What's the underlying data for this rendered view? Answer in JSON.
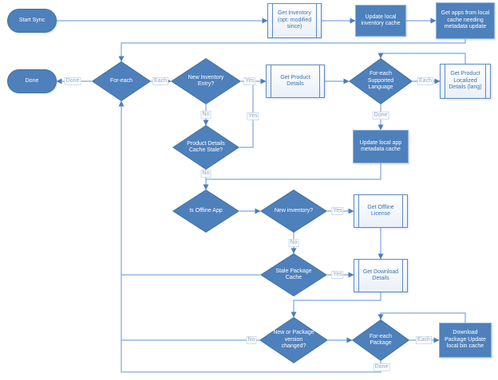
{
  "diagram": {
    "colors": {
      "shape_fill": "#4E80BC",
      "shape_border": "#41719C",
      "process_border": "#8FB3DE",
      "connector": "#7CA7D9",
      "arrowhead": "#4A7EBC",
      "subroutine_text": "#3B72AB",
      "edge_label_text": "#8BA6C4"
    },
    "nodes": {
      "start_sync": {
        "type": "terminator",
        "label": "Start Sync"
      },
      "get_inventory": {
        "type": "subroutine",
        "label": "Get Inventory (opt: modified since)"
      },
      "update_local_inventory_cache": {
        "type": "process",
        "label": "Update local inventory cache"
      },
      "get_apps_needing_update": {
        "type": "process",
        "label": "Get apps from local cache needing metadata update"
      },
      "done": {
        "type": "terminator",
        "label": "Done"
      },
      "for_each": {
        "type": "decision",
        "label": "For-each"
      },
      "new_inventory_entry": {
        "type": "decision",
        "label": "New Inventory Entry?"
      },
      "get_product_details": {
        "type": "subroutine",
        "label": "Get Product Details"
      },
      "for_each_supported_language": {
        "type": "decision",
        "label": "For-each Supported Language"
      },
      "get_product_localized_details": {
        "type": "subroutine",
        "label": "Get Product Localized Details (lang)"
      },
      "product_details_cache_stale": {
        "type": "decision",
        "label": "Product Details Cache Stale?"
      },
      "update_local_app_metadata_cache": {
        "type": "process",
        "label": "Update local app metadata cache"
      },
      "is_offline_app": {
        "type": "decision",
        "label": "Is Offline App"
      },
      "new_inventory": {
        "type": "decision",
        "label": "New inventory?"
      },
      "get_offline_license": {
        "type": "subroutine",
        "label": "Get Offline License"
      },
      "stale_package_cache": {
        "type": "decision",
        "label": "Stale Package Cache"
      },
      "get_download_details": {
        "type": "subroutine",
        "label": "Get Download Details"
      },
      "new_or_package_version_changed": {
        "type": "decision",
        "label": "New or Package version changed?"
      },
      "for_each_package": {
        "type": "decision",
        "label": "For-each Package"
      },
      "download_package": {
        "type": "process",
        "label": "Download Package Update local bin cache"
      }
    },
    "edges": [
      {
        "from": "start_sync",
        "to": "get_inventory",
        "label": ""
      },
      {
        "from": "get_inventory",
        "to": "update_local_inventory_cache",
        "label": ""
      },
      {
        "from": "update_local_inventory_cache",
        "to": "get_apps_needing_update",
        "label": ""
      },
      {
        "from": "get_apps_needing_update",
        "to": "for_each",
        "label": ""
      },
      {
        "from": "for_each",
        "to": "done",
        "label": "Done"
      },
      {
        "from": "for_each",
        "to": "new_inventory_entry",
        "label": "Each"
      },
      {
        "from": "new_inventory_entry",
        "to": "get_product_details",
        "label": "Yes"
      },
      {
        "from": "new_inventory_entry",
        "to": "product_details_cache_stale",
        "label": "No"
      },
      {
        "from": "product_details_cache_stale",
        "to": "get_product_details",
        "label": "Yes"
      },
      {
        "from": "get_product_details",
        "to": "for_each_supported_language",
        "label": ""
      },
      {
        "from": "for_each_supported_language",
        "to": "get_product_localized_details",
        "label": "Each"
      },
      {
        "from": "get_product_localized_details",
        "to": "for_each_supported_language",
        "label": ""
      },
      {
        "from": "for_each_supported_language",
        "to": "update_local_app_metadata_cache",
        "label": "Done"
      },
      {
        "from": "update_local_app_metadata_cache",
        "to": "is_offline_app",
        "label": ""
      },
      {
        "from": "product_details_cache_stale",
        "to": "is_offline_app",
        "label": "No"
      },
      {
        "from": "is_offline_app",
        "to": "new_inventory",
        "label": ""
      },
      {
        "from": "new_inventory",
        "to": "get_offline_license",
        "label": "Yes"
      },
      {
        "from": "new_inventory",
        "to": "stale_package_cache",
        "label": "No"
      },
      {
        "from": "get_offline_license",
        "to": "get_download_details",
        "label": ""
      },
      {
        "from": "stale_package_cache",
        "to": "get_download_details",
        "label": "Yes"
      },
      {
        "from": "stale_package_cache",
        "to": "for_each",
        "label": ""
      },
      {
        "from": "get_download_details",
        "to": "new_or_package_version_changed",
        "label": ""
      },
      {
        "from": "new_or_package_version_changed",
        "to": "for_each",
        "label": "No"
      },
      {
        "from": "new_or_package_version_changed",
        "to": "for_each_package",
        "label": ""
      },
      {
        "from": "for_each_package",
        "to": "download_package",
        "label": "Each"
      },
      {
        "from": "download_package",
        "to": "for_each_package",
        "label": ""
      },
      {
        "from": "for_each_package",
        "to": "for_each",
        "label": "Done"
      }
    ]
  }
}
